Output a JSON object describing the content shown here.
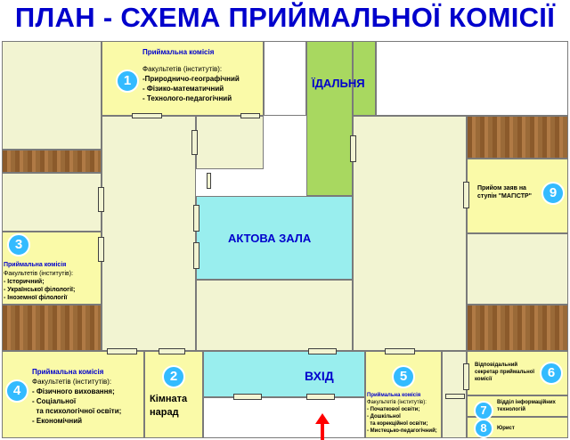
{
  "title": "ПЛАН - СХЕМА ПРИЙМАЛЬНОЇ КОМІСІЇ",
  "rooms": {
    "r1": {
      "badge": "1",
      "heading": "Приймальна комісія",
      "lines": [
        "Факультетів (інститутів):",
        "-Природничо-географічний",
        "- Фізико-математичний",
        "- Технолого-педагогічний"
      ]
    },
    "dining": "ЇДАЛЬНЯ",
    "hall": "АКТОВА ЗАЛА",
    "r3": {
      "badge": "3",
      "heading": "Приймальна комісія",
      "lines": [
        "Факультетів (інститутів):",
        "- Історичний;",
        "- Української філології;",
        "- Іноземної філології"
      ]
    },
    "r9": {
      "badge": "9",
      "lines": [
        "Прийом заяв на",
        "ступін \"МАГІСТР\""
      ]
    },
    "r4": {
      "badge": "4",
      "heading": "Приймальна комісія",
      "lines": [
        "Факультетів (інститутів):",
        "- Фізичного виховання;",
        "- Соціальної",
        "  та психологічної освіти;",
        "- Економічний"
      ]
    },
    "r2": {
      "badge": "2",
      "lines": [
        "Кімната",
        "нарад"
      ]
    },
    "entrance": "ВХІД",
    "r5": {
      "badge": "5",
      "heading": "Приймальна комісія",
      "lines": [
        "Факультетів (інститутів):",
        "- Початкової освіти;",
        "- Дошкільної",
        "  та корекційної освіти;",
        "- Мистецько-педагогічний;"
      ]
    },
    "r6": {
      "badge": "6",
      "lines": [
        "Відповідальний",
        "секретар приймальної",
        "комісії"
      ]
    },
    "r7": {
      "badge": "7",
      "lines": [
        "Відділ інформаційних",
        "технологій"
      ]
    },
    "r8": {
      "badge": "8",
      "lines": [
        "Юрист"
      ]
    }
  },
  "colors": {
    "frame": "#0000cc",
    "badge": "#33bbff",
    "room": "#fafaa8",
    "dining": "#a8d860",
    "hall": "#99eeee",
    "arrow": "#ff0000"
  }
}
